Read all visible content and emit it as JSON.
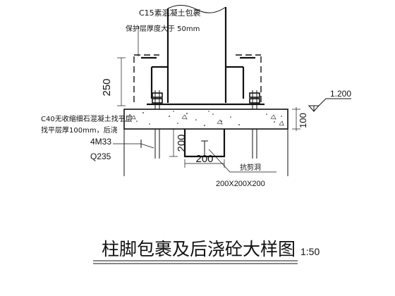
{
  "notes": {
    "encasement_line1": "C15素混凝土包裹",
    "encasement_line2": "保护层厚度大于 50mm",
    "grout_line1": "C40无收缩细石混凝土找平层",
    "grout_line2": "找平层厚100mm，后浇",
    "bolts_line1": "4M33",
    "bolts_line2": "Q235",
    "shear_key": "抗剪洞",
    "shear_key_size": "200X200X200"
  },
  "dimensions": {
    "encasement_height": "250",
    "grout_thickness": "100",
    "pocket_depth": "200",
    "pocket_width": "200",
    "elevation": "1.200"
  },
  "title": {
    "text": "柱脚包裹及后浇砼大样图",
    "scale": "1:50"
  }
}
